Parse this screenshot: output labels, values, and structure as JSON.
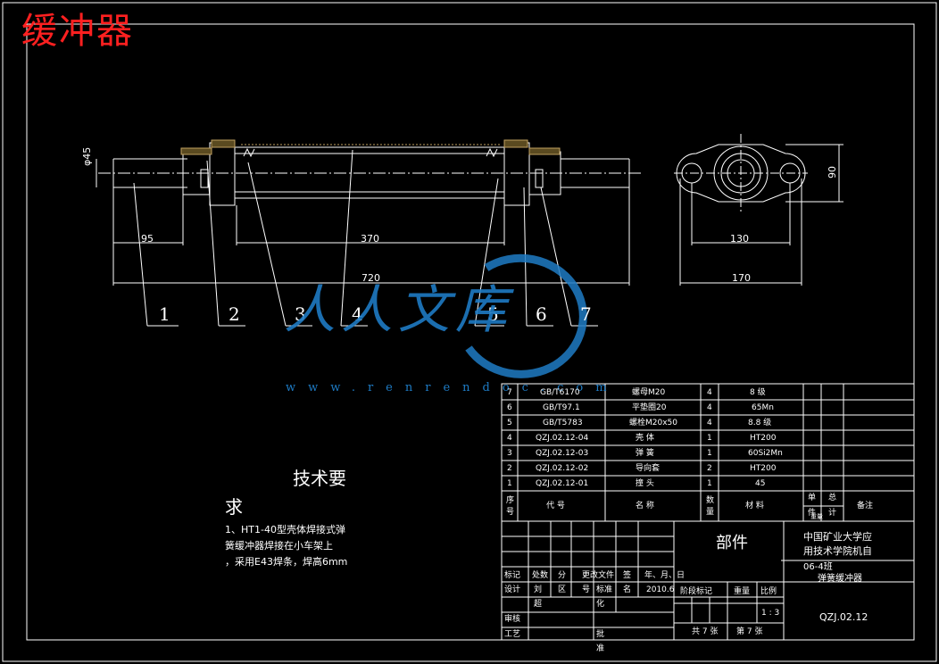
{
  "title": "缓冲器",
  "dimensions": {
    "dia": "φ45",
    "d95": "95",
    "d370": "370",
    "d720": "720",
    "d130": "130",
    "d170": "170",
    "d90": "90"
  },
  "balloons": [
    "1",
    "2",
    "3",
    "4",
    "5",
    "6",
    "7"
  ],
  "watermark": {
    "brand": "人人文库",
    "url": "www.renrendoc.com"
  },
  "requirements": {
    "title": "技术要",
    "title2": "求",
    "line1": "1、HT1-40型壳体焊接式弹",
    "line2": "簧缓冲器焊接在小车架上",
    "line3": "，采用E43焊条，焊高6mm"
  },
  "parts_list": {
    "rows": [
      {
        "no": "7",
        "code": "GB/T6170",
        "name": "螺母M20",
        "qty": "4",
        "material": "8 级"
      },
      {
        "no": "6",
        "code": "GB/T97.1",
        "name": "平垫圈20",
        "qty": "4",
        "material": "65Mn"
      },
      {
        "no": "5",
        "code": "GB/T5783",
        "name": "螺栓M20x50",
        "qty": "4",
        "material": "8.8 级"
      },
      {
        "no": "4",
        "code": "QZJ.02.12-04",
        "name": "壳  体",
        "qty": "1",
        "material": "HT200"
      },
      {
        "no": "3",
        "code": "QZJ.02.12-03",
        "name": "弹  簧",
        "qty": "1",
        "material": "60Si2Mn"
      },
      {
        "no": "2",
        "code": "QZJ.02.12-02",
        "name": "导向套",
        "qty": "2",
        "material": "HT200"
      },
      {
        "no": "1",
        "code": "QZJ.02.12-01",
        "name": "撞  头",
        "qty": "1",
        "material": "45"
      }
    ],
    "header": {
      "no1": "序",
      "no2": "号",
      "code": "代  号",
      "name": "名  称",
      "qty1": "数",
      "qty2": "量",
      "material": "材  料",
      "single1": "单",
      "single2": "件",
      "total1": "总",
      "total2": "计",
      "weight": "重量",
      "remark": "备注"
    }
  },
  "title_block": {
    "part_label": "部件",
    "school1": "中国矿业大学应",
    "school2": "用技术学院机自",
    "drawing_title1": "06-4班",
    "drawing_title2": "弹簧缓冲器",
    "mark": "标记",
    "count": "处数",
    "zone1": "分",
    "zone2": "区",
    "changefile1": "更改文件",
    "changefile2": "号",
    "sign": "签",
    "sign2": "名",
    "date": "年、月、日",
    "design": "设计",
    "designer1": "刘",
    "designer2": "超",
    "std1": "标准",
    "std2": "化",
    "date2": "2010.6",
    "stage": "阶段标记",
    "weight": "重量",
    "scale": "比例",
    "scale_val": "1 : 3",
    "check": "审核",
    "process": "工艺",
    "approve1": "批",
    "approve2": "准",
    "total_sheets": "共 7 张",
    "sheet_no": "第 7 张",
    "drawing_no": "QZJ.02.12"
  },
  "colors": {
    "line": "#ffffff",
    "red": "#ff2020",
    "watermark": "#1e7bc4",
    "hatch": "#c0a060"
  }
}
